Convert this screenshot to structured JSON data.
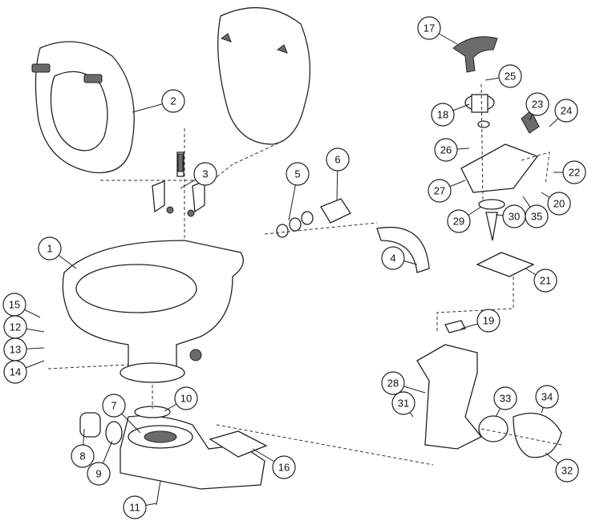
{
  "diagram": {
    "type": "exploded parts diagram",
    "callouts": [
      "1",
      "2",
      "3",
      "4",
      "5",
      "6",
      "7",
      "8",
      "9",
      "10",
      "11",
      "12",
      "13",
      "14",
      "15",
      "16",
      "17",
      "18",
      "19",
      "20",
      "21",
      "22",
      "23",
      "24",
      "25",
      "26",
      "27",
      "28",
      "29",
      "30",
      "31",
      "32",
      "33",
      "34",
      "35"
    ]
  }
}
